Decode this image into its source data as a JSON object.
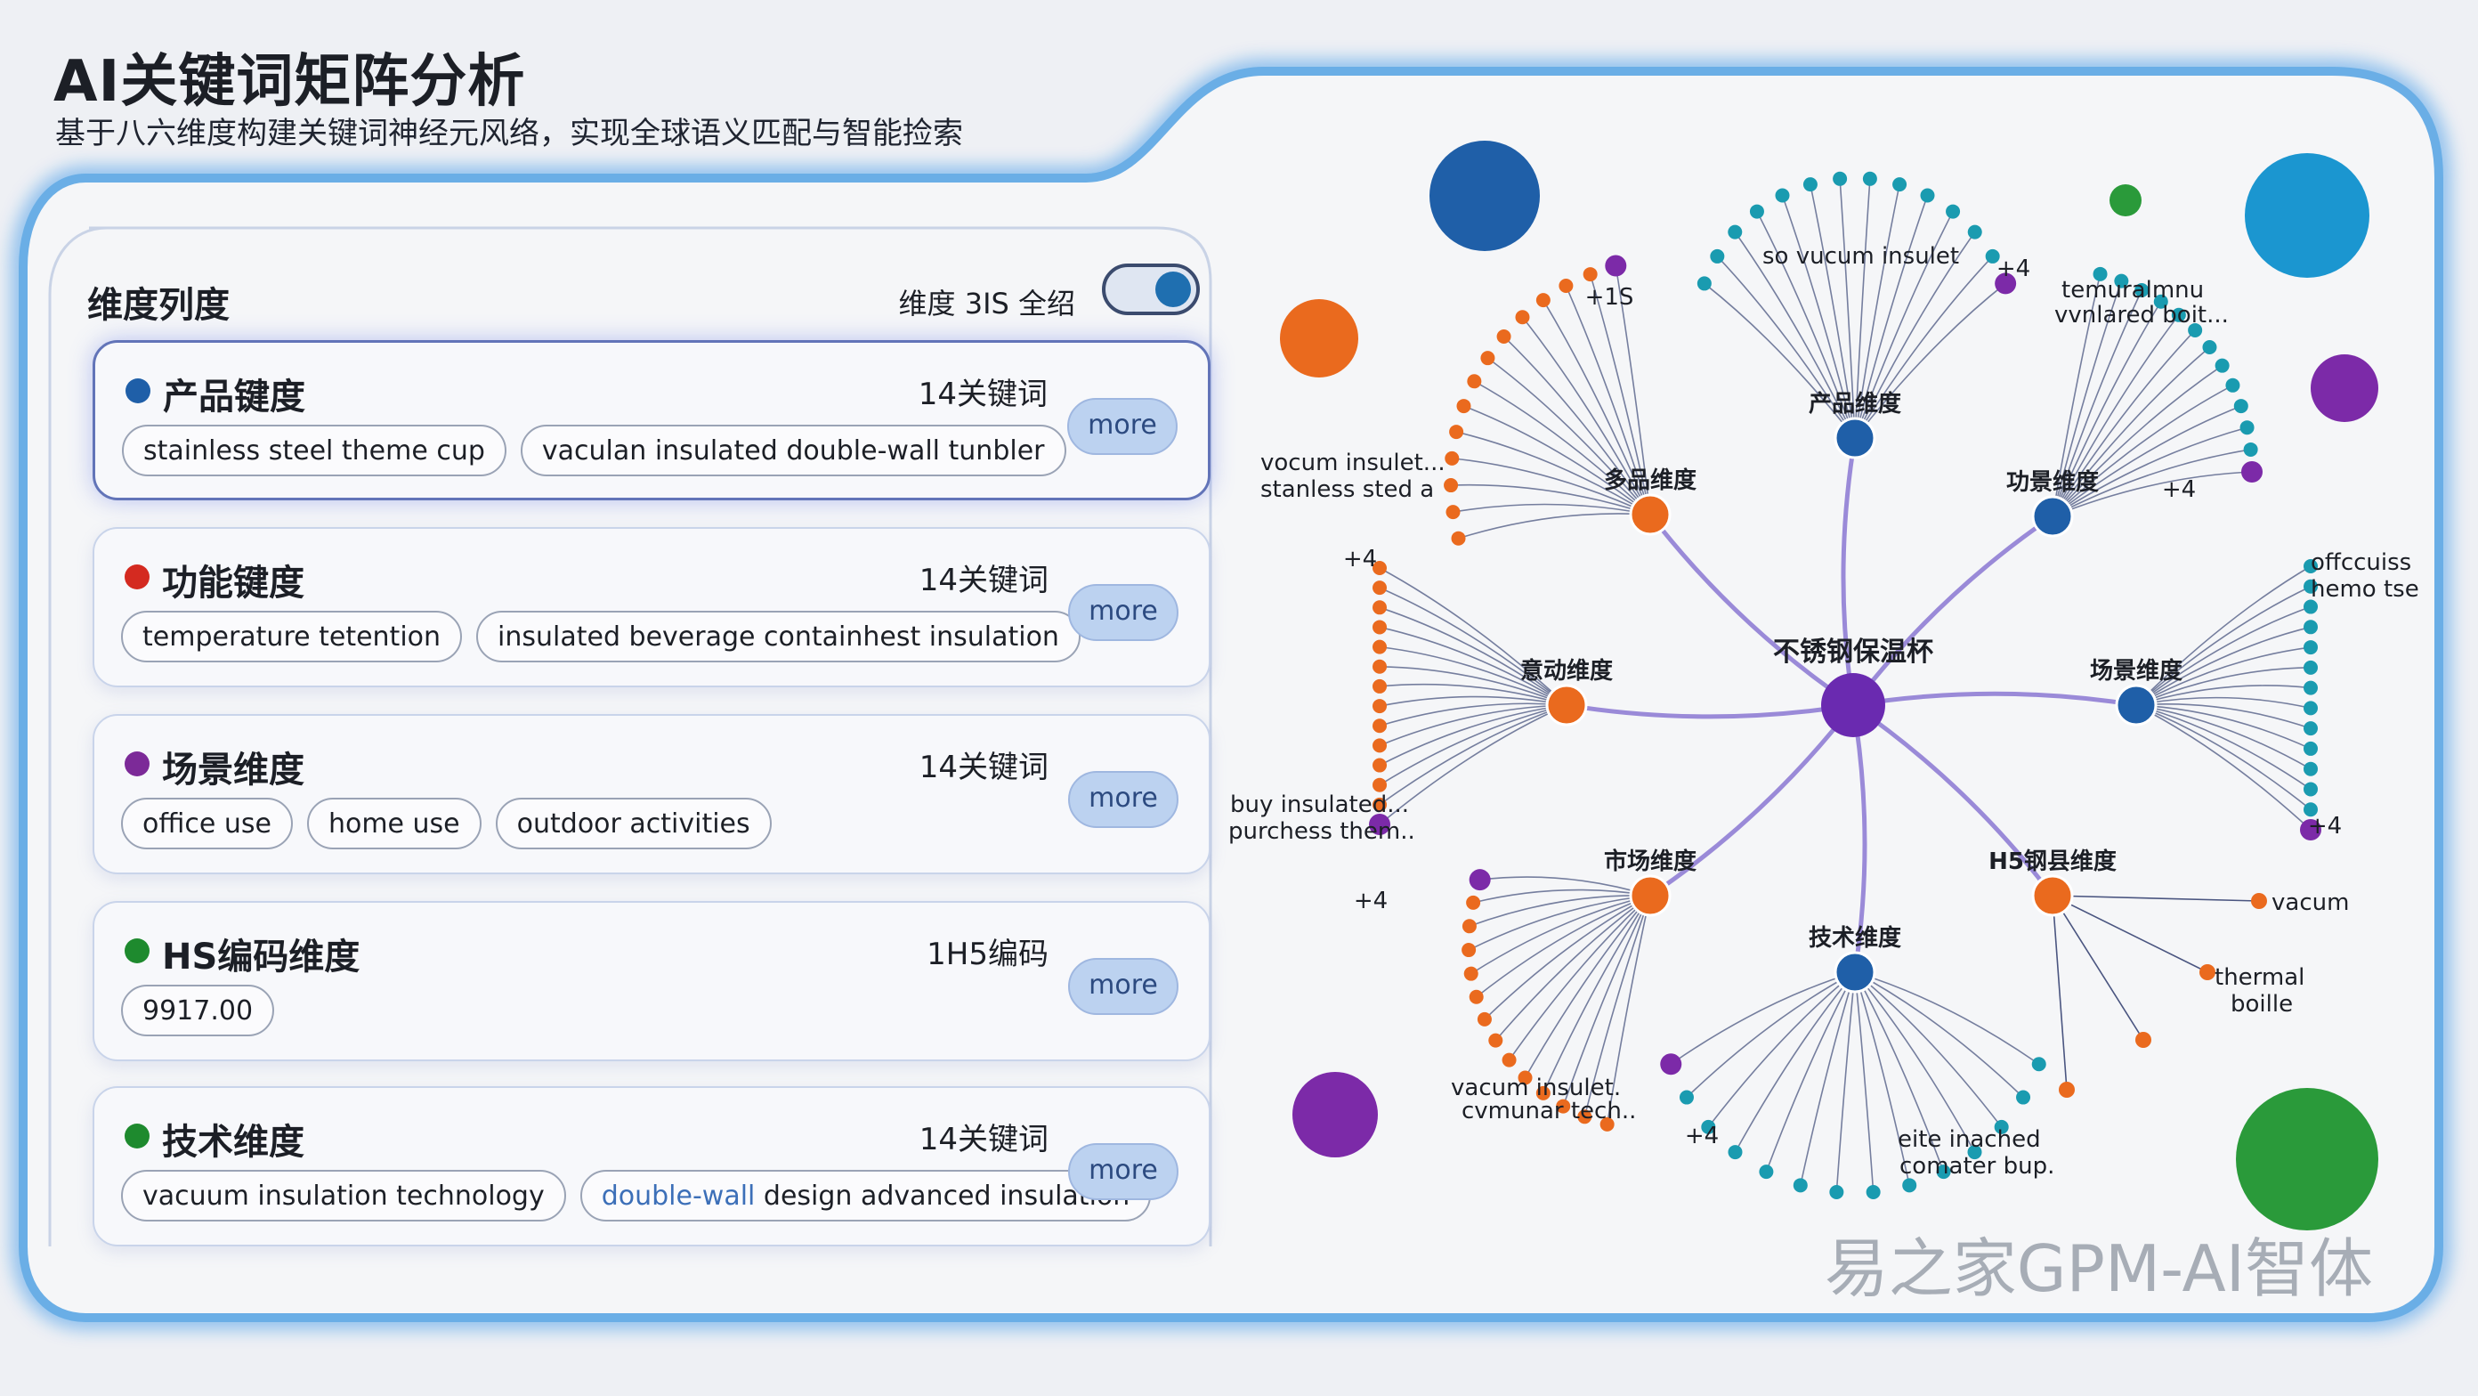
{
  "page": {
    "title": "AI关键词矩阵分析",
    "subtitle": "基于八六维度构建关键词神经元风络，实现全球语义匹配与智能捡索"
  },
  "panel": {
    "title": "维度列度",
    "meta": "维度 3IS  全绍",
    "toggle_on": true
  },
  "cards": [
    {
      "title": "产品键度",
      "count": "14关键词",
      "color": "#1f5fa8",
      "tags": [
        "stainless steel theme cup",
        "vaculan insulated double-wall tunbler"
      ],
      "more": "more",
      "active": true
    },
    {
      "title": "功能键度",
      "count": "14关键词",
      "color": "#d42a20",
      "tags": [
        "temperature tetention",
        "insulated beverage containhest insulation"
      ],
      "more": "more",
      "active": false
    },
    {
      "title": "场景维度",
      "count": "14关键词",
      "color": "#7c2a98",
      "tags": [
        "office use",
        "home use",
        "outdoor activities"
      ],
      "more": "more",
      "active": false
    },
    {
      "title": "HS编码维度",
      "count": "1H5编码",
      "color": "#1e8a2e",
      "tags": [
        "9917.00"
      ],
      "more": "more",
      "active": false
    },
    {
      "title": "技术维度",
      "count": "14关键词",
      "color": "#1e8a2e",
      "tags": [
        "vacuum insulation technology",
        "double-wall design advanced insulation"
      ],
      "more": "more",
      "active": false
    }
  ],
  "network": {
    "center": {
      "label": "不锈钢保温杯",
      "color": "#6a2ab0"
    },
    "colors": {
      "blue": "#1f5fa8",
      "orange": "#ea6a1e",
      "teal": "#1a9bb0",
      "purple": "#7c2aa8",
      "line": "#9a8ad8"
    },
    "hubs": [
      {
        "label": "产品维度",
        "color": "#1f5fa8"
      },
      {
        "label": "多品维度",
        "color": "#ea6a1e"
      },
      {
        "label": "功景维度",
        "color": "#1f5fa8"
      },
      {
        "label": "意动维度",
        "color": "#ea6a1e"
      },
      {
        "label": "场景维度",
        "color": "#1f5fa8"
      },
      {
        "label": "市场维度",
        "color": "#ea6a1e"
      },
      {
        "label": "H5钢县维度",
        "color": "#ea6a1e"
      },
      {
        "label": "技术维度",
        "color": "#1f5fa8"
      }
    ],
    "leaf_labels": [
      "so vucum insulet",
      "temuralmnu",
      "vvnlared boit...",
      "vocum insulet...",
      "stanless sted a",
      "offccuiss",
      "hemo tse",
      "buy insulated...",
      "purchess them..",
      "vacum",
      "thermal",
      "boille",
      "vacum insulet.",
      "cvmunar tech..",
      "eite inached",
      "comater bup."
    ],
    "plus_labels": [
      "+4",
      "+1S",
      "+4",
      "+4",
      "+4",
      "+4",
      "+4",
      "+4"
    ]
  },
  "watermark": "易之家GPM-AI智体"
}
